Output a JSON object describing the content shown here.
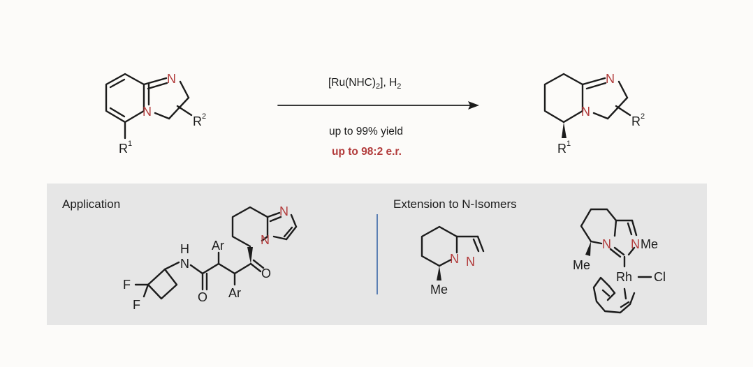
{
  "reaction": {
    "conditions_line1": "[Ru(NHC)",
    "conditions_sub": "2",
    "conditions_line1_tail": "], H",
    "conditions_h_sub": "2",
    "yield_text": "up to 99% yield",
    "er_text": "up to 98:2 e.r."
  },
  "atoms": {
    "N": "N",
    "R": "R",
    "R1_sup": "1",
    "R2_sup": "2",
    "H": "H",
    "O": "O",
    "F": "F",
    "Ar": "Ar",
    "Me": "Me",
    "Rh": "Rh",
    "Cl": "Cl"
  },
  "panel": {
    "application_title": "Application",
    "extension_title": "Extension to N-Isomers"
  },
  "colors": {
    "accent_red": "#b23b3b",
    "panel_bg": "#e6e6e6",
    "divider_blue": "#5b7fb3",
    "ink": "#1c1c1c"
  }
}
